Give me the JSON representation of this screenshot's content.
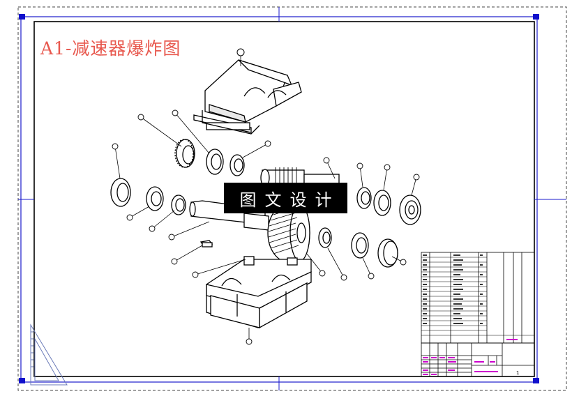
{
  "drawing": {
    "title": "A1-减速器爆炸图"
  },
  "watermark": {
    "text": "图文设计"
  },
  "colors": {
    "frame": "#1a1acc",
    "ink": "#000000",
    "title": "#e8584e",
    "table_text": "#cc00cc",
    "corner_mark": "#1010cc"
  },
  "parts": [
    "upper-housing-cover",
    "lower-housing-base",
    "input-gear-shaft",
    "output-shaft",
    "large-gear",
    "bearing",
    "bearing-end-cap",
    "shaft-sleeve",
    "flat-key"
  ],
  "title_block": {
    "sheet_number": "1"
  }
}
